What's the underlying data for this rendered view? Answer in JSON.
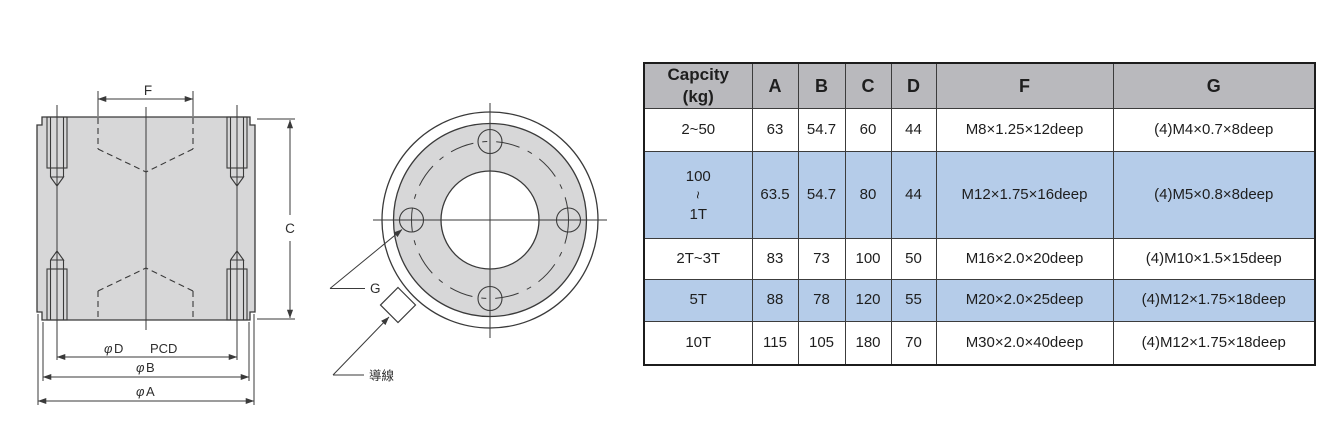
{
  "side_view": {
    "dim_f": "F",
    "dim_c": "C",
    "phi": "φ",
    "dim_d": "D",
    "pcd": "PCD",
    "dim_b": "B",
    "dim_a": "A"
  },
  "top_view": {
    "dim_g": "G",
    "lead_wire": "導線"
  },
  "table": {
    "header": {
      "capacity_line1": "Capcity",
      "capacity_line2": "(kg)",
      "cols": [
        "A",
        "B",
        "C",
        "D",
        "F",
        "G"
      ]
    },
    "rows": [
      {
        "capacity": "2~50",
        "a": "63",
        "b": "54.7",
        "c": "60",
        "d": "44",
        "f": "M8×1.25×12deep",
        "g": "(4)M4×0.7×8deep"
      },
      {
        "capacity_lines": [
          "100",
          "~",
          "1T"
        ],
        "a": "63.5",
        "b": "54.7",
        "c": "80",
        "d": "44",
        "f": "M12×1.75×16deep",
        "g": "(4)M5×0.8×8deep"
      },
      {
        "capacity": "2T~3T",
        "a": "83",
        "b": "73",
        "c": "100",
        "d": "50",
        "f": "M16×2.0×20deep",
        "g": "(4)M10×1.5×15deep"
      },
      {
        "capacity": "5T",
        "a": "88",
        "b": "78",
        "c": "120",
        "d": "55",
        "f": "M20×2.0×25deep",
        "g": "(4)M12×1.75×18deep"
      },
      {
        "capacity": "10T",
        "a": "115",
        "b": "105",
        "c": "180",
        "d": "70",
        "f": "M30×2.0×40deep",
        "g": "(4)M12×1.75×18deep"
      }
    ],
    "colors": {
      "header_bg": "#b9b9bd",
      "highlight_row_bg": "#b5cce9",
      "border": "#3c3c3c"
    }
  },
  "drawing_colors": {
    "body_fill": "#d7d7d8",
    "line": "#3a3a3a"
  }
}
